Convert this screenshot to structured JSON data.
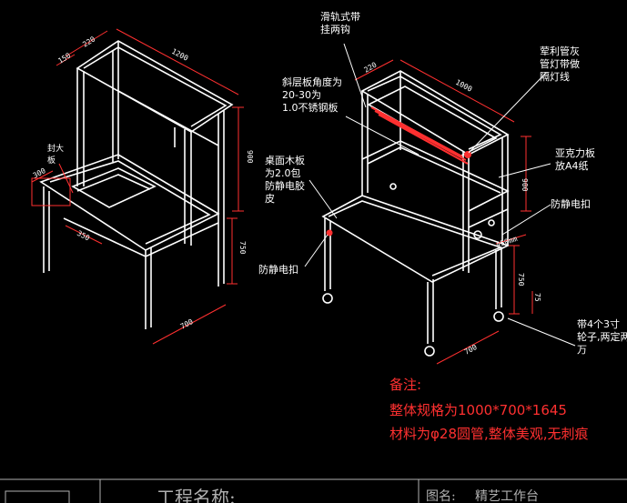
{
  "colors": {
    "background": "#000000",
    "frame": "#ffffff",
    "dimension": "#ff3030",
    "note": "#ff3030",
    "titleblock": "#b0b0b0"
  },
  "left_view": {
    "dims": {
      "top_depth": "220",
      "top_width": "1200",
      "shelf_depth": "150",
      "post_height": "900",
      "seat_depth": "300",
      "drawer": "350",
      "leg_height": "750",
      "base_width": "700"
    },
    "label_seal_board": "封大\n板"
  },
  "right_view": {
    "dims": {
      "top_depth": "220",
      "top_width": "1000",
      "shelf_height": "900",
      "side": "450mm",
      "leg_height": "750",
      "foot": "75",
      "base_width": "700"
    },
    "callouts": {
      "rail": "滑轨式带\n挂两钩",
      "tilt_shelf": "斜层板角度为\n20-30为\n1.0不锈钢板",
      "lamp": "荤利管灰\n管灯带做\n隔灯线",
      "desktop": "桌面木板\n为2.0包\n防静电胶\n皮",
      "acrylic": "亚克力板\n放A4纸",
      "esd_buckle_right": "防静电扣",
      "esd_buckle_left": "防静电扣",
      "wheels": "带4个3寸\n轮子,两定两\n万"
    }
  },
  "notes": {
    "heading": "备注:",
    "line1": "整体规格为1000*700*1645",
    "line2": "材料为φ28圆管,整体美观,无刺痕"
  },
  "title_block": {
    "project_label": "工程名称:",
    "drawing_label": "图名:",
    "drawing_name": "精艺工作台"
  }
}
